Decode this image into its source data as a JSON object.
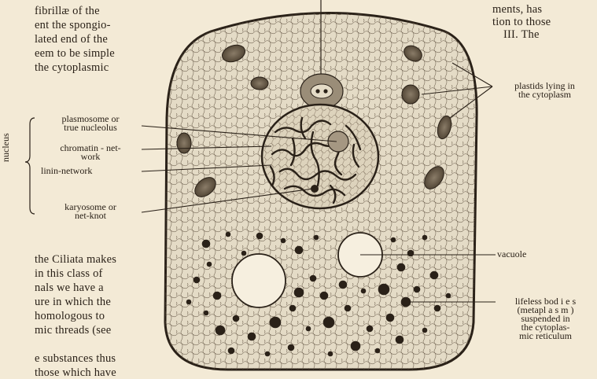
{
  "page": {
    "text_left": [
      "fibrillæ of the",
      "ent the spongio-",
      "lated end of the",
      "eem to be simple",
      "the    cytoplasmic"
    ],
    "text_left_lower": [
      "the Ciliata makes",
      "in this class of",
      "nals   we   have   a",
      "ure in which the",
      "homologous to",
      "mic  threads  (see",
      "",
      "e substances thus",
      "those which have"
    ],
    "text_right": [
      "ments,  has",
      "tion to those",
      "III.  The"
    ]
  },
  "figure": {
    "nucleus_group_label": "nucleus",
    "labels": {
      "plasmosome": [
        "plasmosome  or",
        "true nucleolus"
      ],
      "chromatin": [
        "chromatin - net-",
        "work"
      ],
      "linin": [
        "linin-network"
      ],
      "karyosome": [
        "karyosome  or",
        "net-knot"
      ],
      "plastids": [
        "plastids lying in",
        "the cytoplasm"
      ],
      "vacuole": [
        "vacuole"
      ],
      "lifeless": [
        "lifeless  bod i e s",
        "(metapl a s m )",
        "suspended  in",
        "the   cytoplas-",
        "mic reticulum"
      ]
    },
    "colors": {
      "ink": "#2a2118",
      "paper": "#f3ead6",
      "cell_fill": "#e4dbc6"
    }
  }
}
